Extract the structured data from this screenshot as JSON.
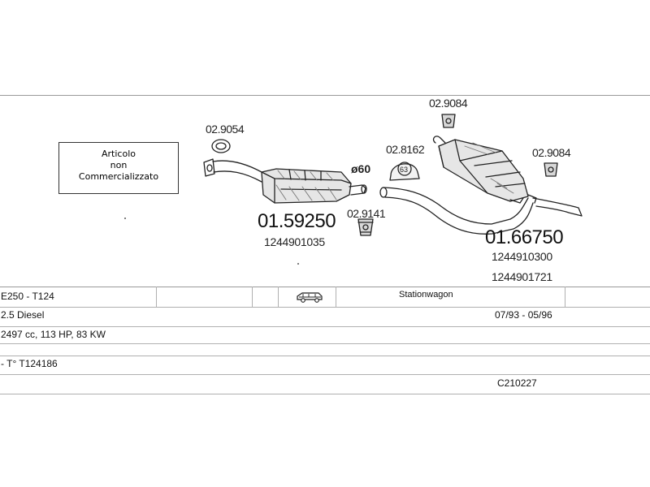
{
  "diagram": {
    "note": {
      "line1": "Articolo",
      "line2": "non",
      "line3": "Commercializzato"
    },
    "parts": {
      "gasket_front": "02.9054",
      "front_muffler": "01.59250",
      "front_muffler_oem": "1244901035",
      "hanger_mid": "02.9141",
      "diameter": "ø60",
      "clamp_mid": "02.8162",
      "clamp_mid_label": "63",
      "hanger_top": "02.9084",
      "hanger_right": "02.9084",
      "rear_muffler": "01.66750",
      "rear_muffler_oem_1": "1244910300",
      "rear_muffler_oem_2": "1244901721"
    }
  },
  "vehicle": {
    "model": "E250 - T124",
    "body": "Stationwagon",
    "engine": "2.5 Diesel",
    "years": "07/93 - 05/96",
    "specs": "2497 cc, 113 HP, 83 KW",
    "chassis": "- T° T124186",
    "code": "C210227"
  },
  "icons": {
    "car": "station-wagon-car-icon"
  }
}
